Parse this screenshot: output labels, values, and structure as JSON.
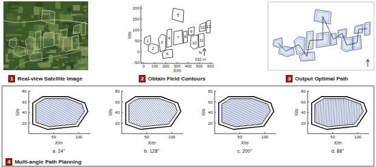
{
  "diagram": {
    "nodes": [
      {
        "text": [
          "1"
        ]
      },
      {
        "text": [
          "2"
        ]
      },
      {
        "text": [
          "3"
        ]
      },
      {
        "text": [
          "4"
        ]
      }
    ],
    "labels": [
      "Real-view Satellite Image",
      "Obtain Field Contours",
      "Output Optimal Path",
      "Multi-angle Path Planning",
      "200",
      "150",
      "100",
      "50",
      "0",
      "-50",
      "Y/m",
      "0",
      "100",
      "200",
      "300",
      "400",
      "500",
      "600",
      "X/m",
      "N",
      "332 m",
      "1",
      "2",
      "3",
      "4",
      "5",
      "6",
      "7",
      "8",
      "9",
      "10",
      "11",
      "12",
      "13",
      "80",
      "60",
      "40",
      "20",
      "50",
      "100",
      "Y/m",
      "X/m",
      "a. 24°",
      "80",
      "60",
      "40",
      "20",
      "50",
      "100",
      "Y/m",
      "X/m",
      "b. 128°",
      "80",
      "60",
      "40",
      "20",
      "50",
      "100",
      "Y/m",
      "X/m",
      "c. 200°",
      "80",
      "60",
      "40",
      "20",
      "50",
      "100",
      "Y/m",
      "X/m",
      "d. 88°"
    ]
  }
}
